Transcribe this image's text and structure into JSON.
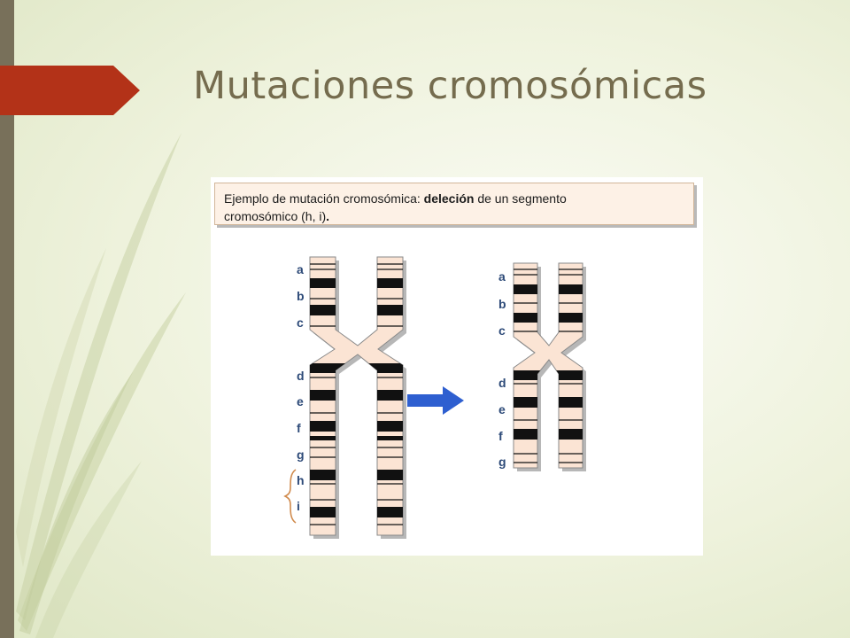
{
  "slide": {
    "title": "Mutaciones cromosómicas",
    "colors": {
      "sidebar": "#78705a",
      "tab": "#b33218",
      "title": "#756c4e",
      "arrow": "#2e5fd0"
    }
  },
  "caption": {
    "prefix": "Ejemplo de mutación cromosómica: ",
    "bold": "deleción",
    "suffix": " de un segmento",
    "line2_text": "cromosómico (h, i)",
    "line2_end": "."
  },
  "diagram": {
    "original_bands": [
      "a",
      "b",
      "c",
      "d",
      "e",
      "f",
      "g",
      "h",
      "i"
    ],
    "mutated_bands": [
      "a",
      "b",
      "c",
      "d",
      "e",
      "f",
      "g"
    ],
    "deleted_segment": [
      "h",
      "i"
    ],
    "arrow_icon": "right-arrow-icon"
  }
}
